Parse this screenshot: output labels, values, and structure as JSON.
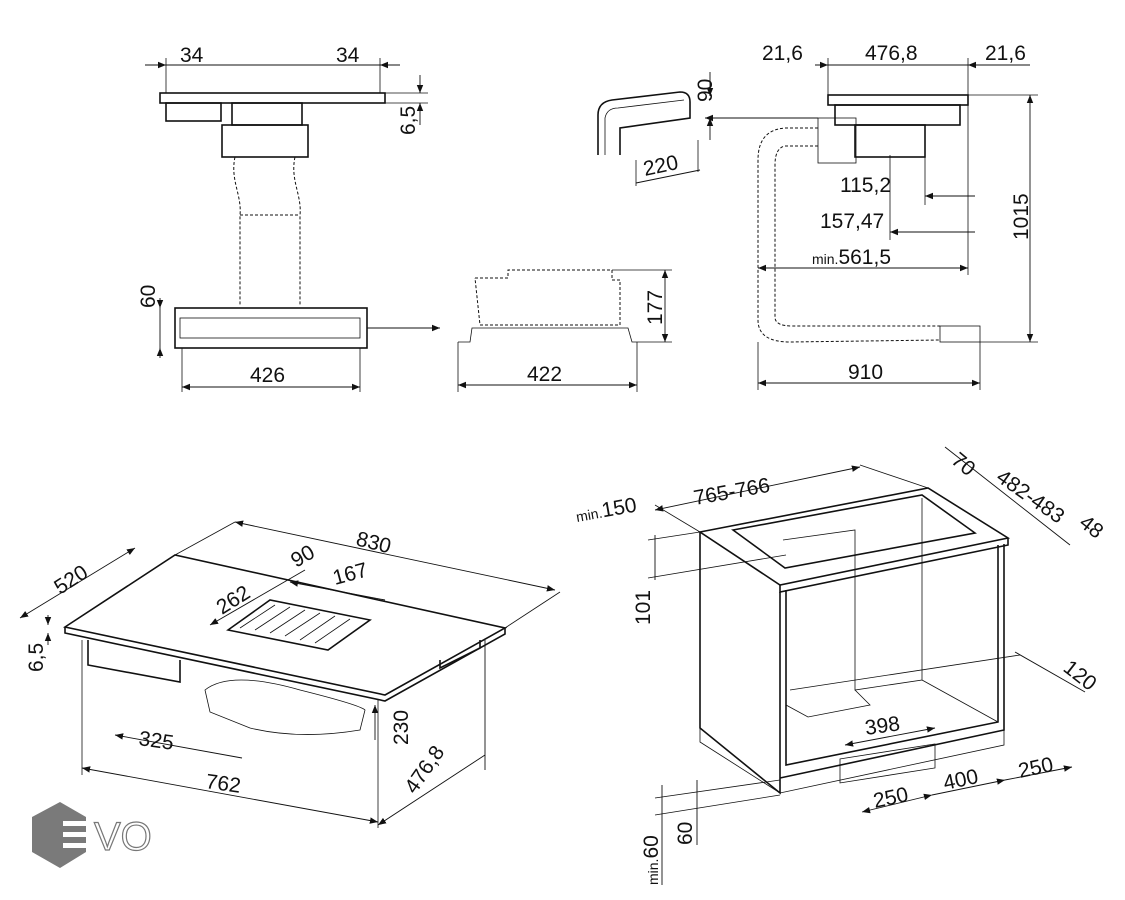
{
  "top_left_view": {
    "left_margin": "34",
    "right_margin": "34",
    "glass_thickness": "6,5",
    "motor_height": "60",
    "motor_width": "426"
  },
  "top_middle_view": {
    "duct_height": "90",
    "duct_width": "220",
    "box_height": "177",
    "box_width": "422"
  },
  "top_right_view": {
    "left_margin": "21,6",
    "hob_depth": "476,8",
    "right_margin": "21,6",
    "offset_a": "115,2",
    "offset_b": "157,47",
    "min_depth_prefix": "min.",
    "min_depth": "561,5",
    "total_height": "1015",
    "total_depth": "910"
  },
  "bottom_left_view": {
    "length": "830",
    "width": "520",
    "vent_depth": "90",
    "vent_width": "167",
    "vent_length": "262",
    "glass_thickness": "6,5",
    "motor_offset": "325",
    "cutout_length": "762",
    "motor_height": "230",
    "cutout_depth": "476,8"
  },
  "bottom_right_view": {
    "cutout_width": "765-766",
    "min_prefix": "min.",
    "min_front": "150",
    "back_margin": "70",
    "cutout_depth": "482-483",
    "front_margin": "48",
    "worktop_drop": "101",
    "plinth_depth": "120",
    "vent_width": "398",
    "left_space": "250",
    "middle_space": "400",
    "right_space": "250",
    "min_plinth_prefix": "min.",
    "min_plinth": "60",
    "plinth_height": "60"
  },
  "logo": {
    "text": "EVO",
    "color": "#7a7a7a"
  }
}
